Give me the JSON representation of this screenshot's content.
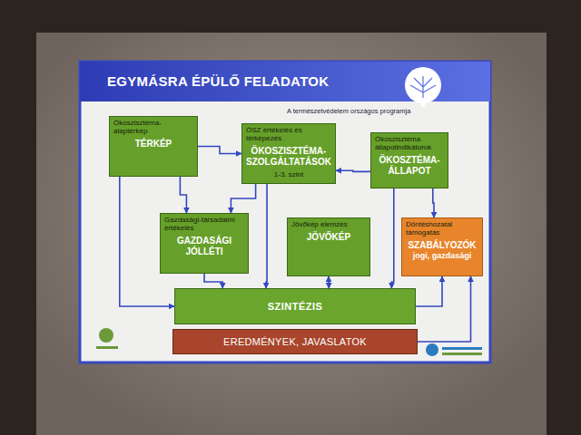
{
  "diagram": {
    "title": "EGYMÁSRA ÉPÜLŐ FELADATOK",
    "nodes": [
      {
        "text": [
          "Ökoszisztéma-alaptérkép",
          "TÉRKÉP"
        ]
      },
      {
        "text": [
          "ÖSZ értékelés és térképezés",
          "ÖKOSZISZTÉMA-SZOLGÁLTATÁSOK",
          "1-3. szint"
        ]
      },
      {
        "text": [
          "Ökoszisztéma állapotindikátorok",
          "ÖKOSZTÉMA-ÁLLAPOT"
        ]
      },
      {
        "text": [
          "Gazdasági-társadalmi értékelés",
          "GAZDASÁGI JÓLLÉTI"
        ]
      },
      {
        "text": [
          "Jövőkép elemzés",
          "JÖVŐKÉP"
        ]
      },
      {
        "text": [
          "Döntéshozatal támogatás",
          "SZABÁLYOZÓK",
          "jogi, gazdasági"
        ]
      },
      {
        "text": [
          "SZINTÉZIS"
        ]
      },
      {
        "text": [
          "EREDMÉNYEK, JAVASLATOK"
        ]
      }
    ],
    "edges": [
      {
        "from": 0,
        "to": 1,
        "arrow": "to"
      },
      {
        "from": 0,
        "to": 3,
        "arrow": "to"
      },
      {
        "from": 0,
        "to": 6,
        "arrow": "to"
      },
      {
        "from": 1,
        "to": 3,
        "arrow": "to"
      },
      {
        "from": 1,
        "to": 6,
        "arrow": "to"
      },
      {
        "from": 2,
        "to": 1,
        "arrow": "to"
      },
      {
        "from": 2,
        "to": 5,
        "arrow": "to"
      },
      {
        "from": 2,
        "to": 6,
        "arrow": "to"
      },
      {
        "from": 3,
        "to": 6,
        "arrow": "to"
      },
      {
        "from": 4,
        "to": 6,
        "arrow": "both"
      },
      {
        "from": 6,
        "to": 5,
        "arrow": "to"
      },
      {
        "from": 7,
        "to": 5,
        "arrow": "to"
      }
    ],
    "labels": [
      "A természetvédelem országos programja"
    ]
  }
}
